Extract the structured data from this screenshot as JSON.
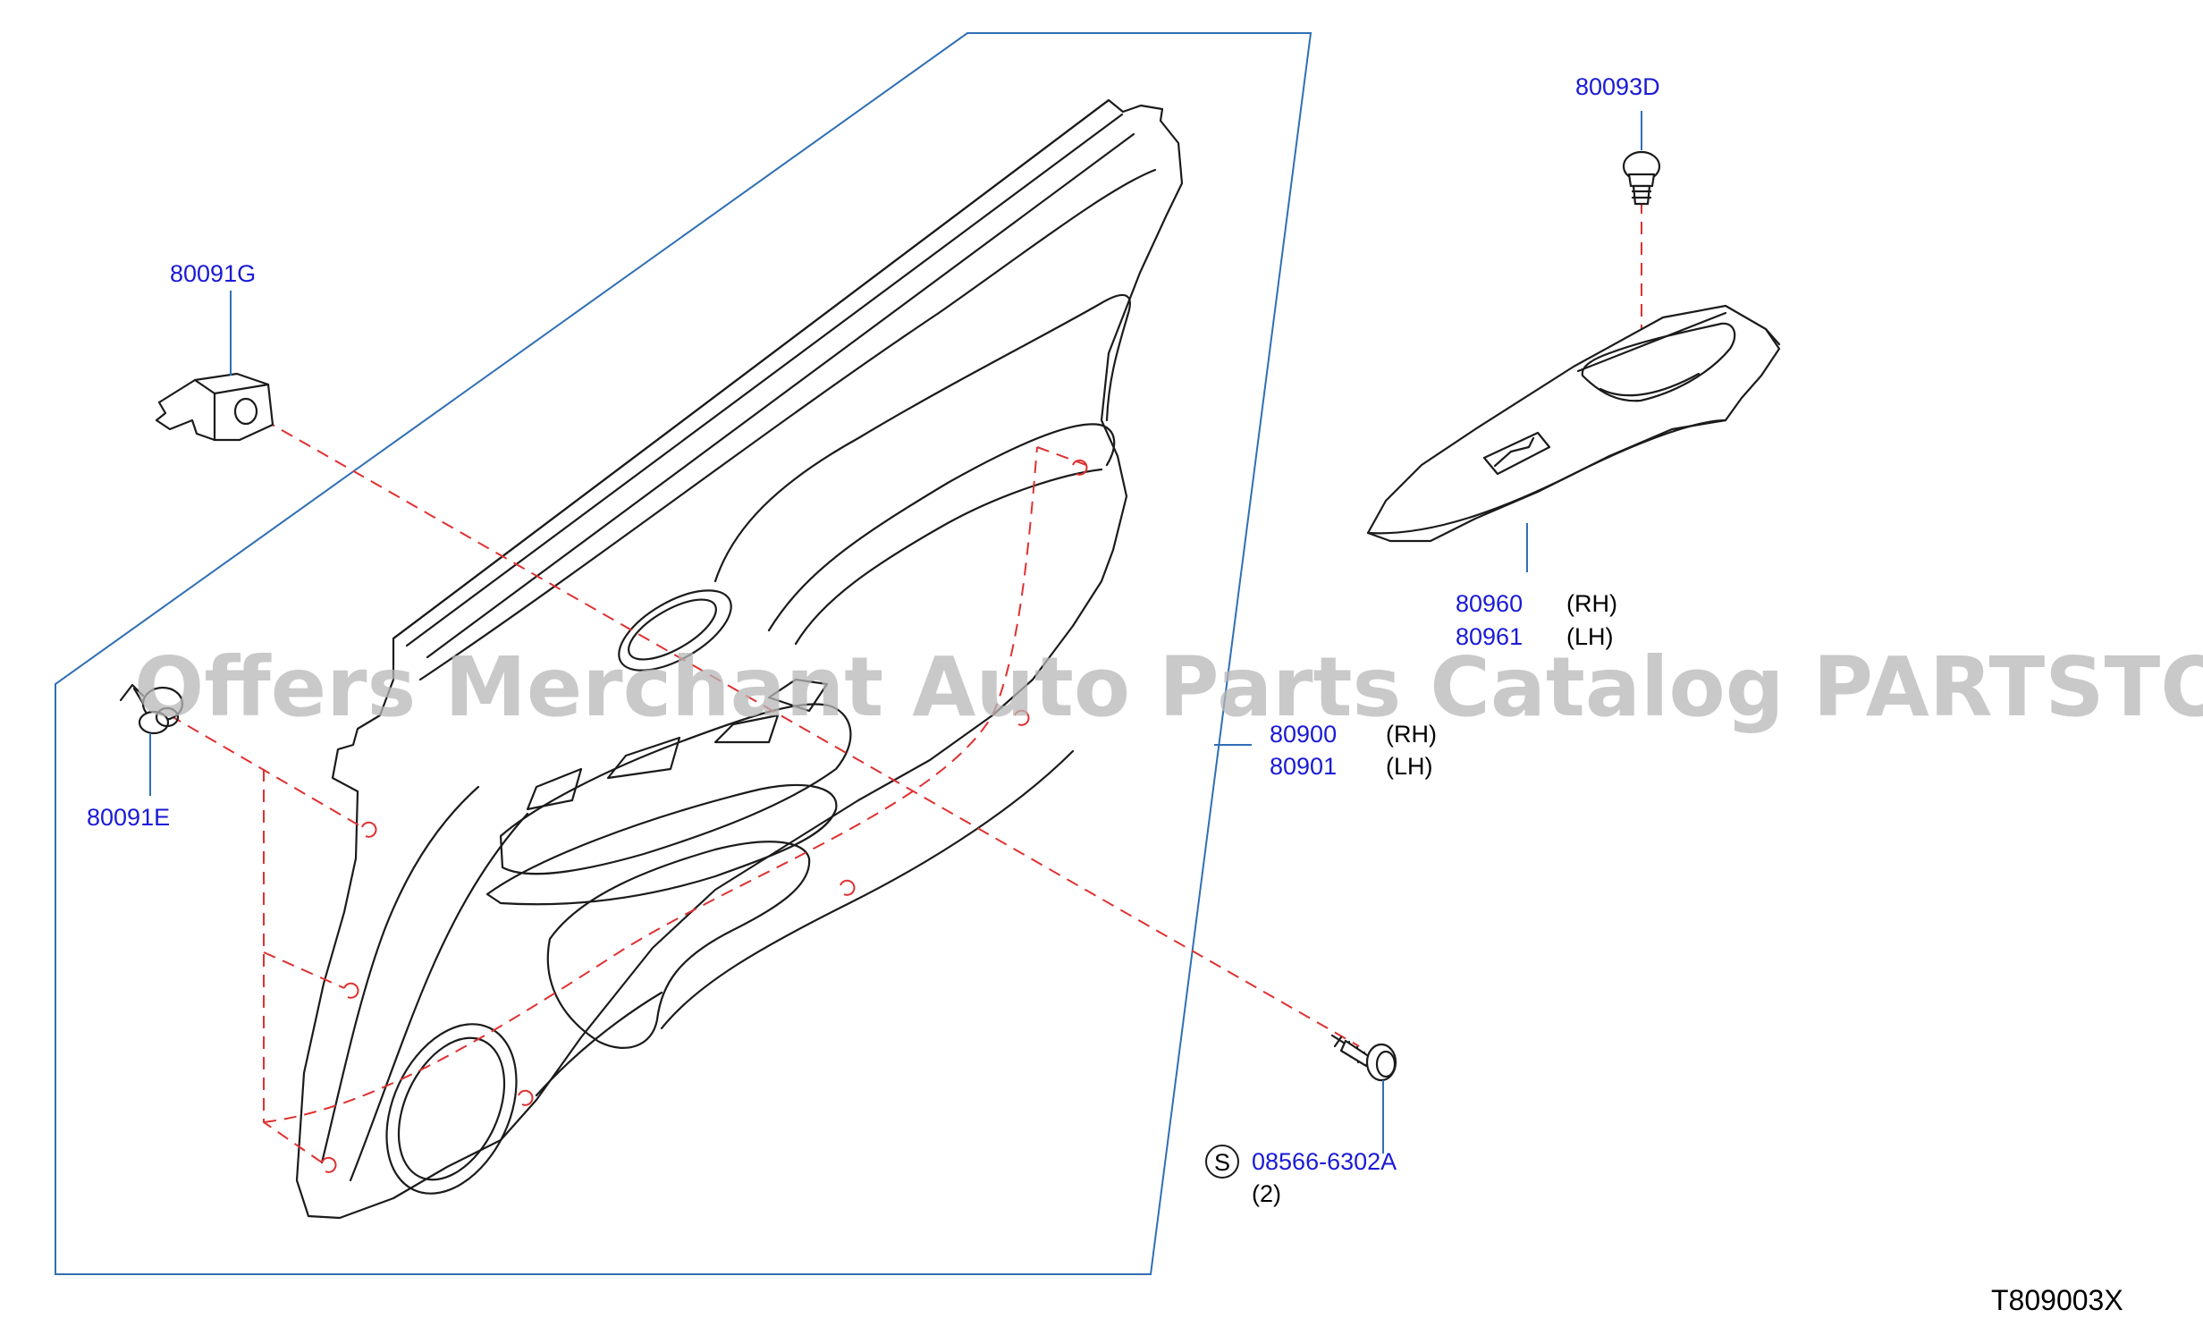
{
  "watermark": "Offers Merchant Auto Parts Catalog PARTSTORE.SA",
  "drawing_number": "T809003X",
  "colors": {
    "part_number": "#1a1ad6",
    "guide_line": "#e03030",
    "frame_line": "#2f6fb5",
    "drawing": "#1b1b1b"
  },
  "parts": {
    "clip_upper": {
      "number": "80091G"
    },
    "clip_lower": {
      "number": "80091E"
    },
    "trim_panel": {
      "number_rh": "80900",
      "side_rh": "(RH)",
      "number_lh": "80901",
      "side_lh": "(LH)"
    },
    "clip_top": {
      "number": "80093D"
    },
    "armrest_finisher": {
      "number_rh": "80960",
      "side_rh": "(RH)",
      "number_lh": "80961",
      "side_lh": "(LH)"
    },
    "screw": {
      "standard_mark": "S",
      "number": "08566-6302A",
      "quantity": "(2)"
    }
  }
}
